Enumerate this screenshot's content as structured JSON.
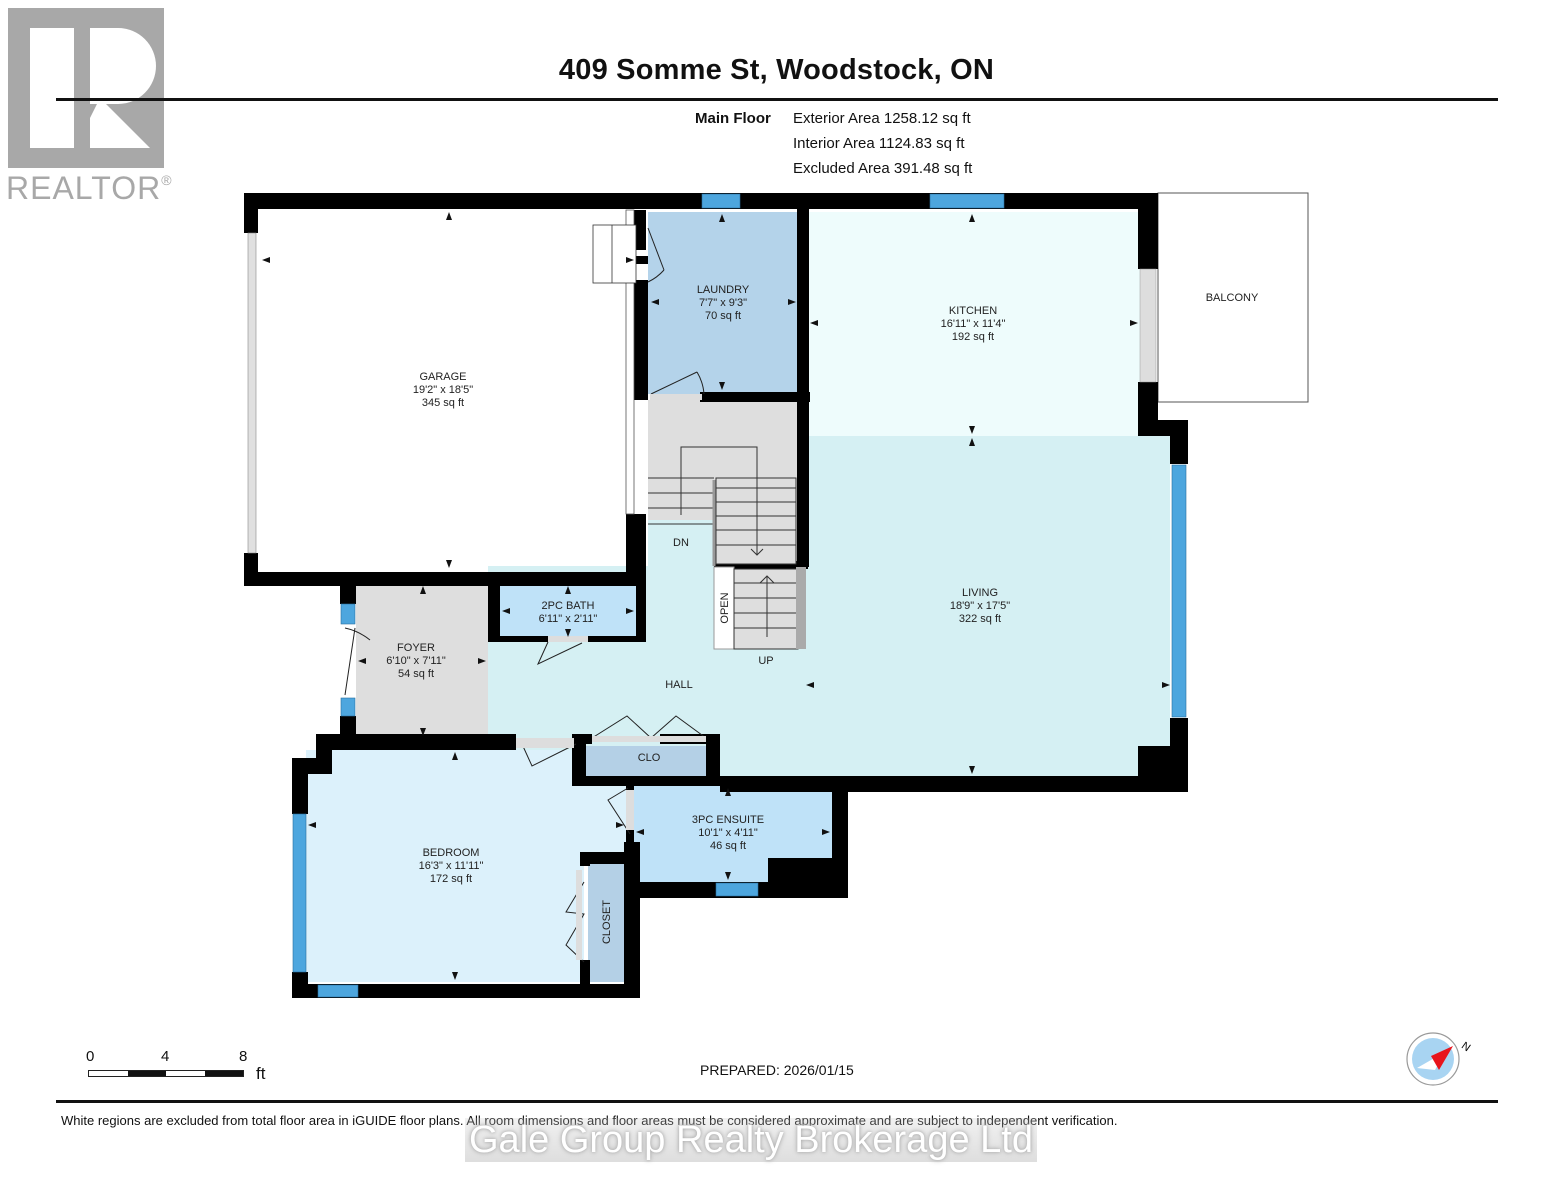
{
  "logo": {
    "text": "REALTOR",
    "mark": "®"
  },
  "header": {
    "title": "409 Somme St, Woodstock, ON",
    "floor_label": "Main Floor",
    "areas": [
      {
        "label": "Exterior Area 1258.12 sq ft"
      },
      {
        "label": "Interior Area 1124.83 sq ft"
      },
      {
        "label": "Excluded Area 391.48 sq ft"
      }
    ]
  },
  "rooms": {
    "garage": {
      "name": "GARAGE",
      "dims": "19'2\" x 18'5\"",
      "area": "345 sq ft"
    },
    "laundry": {
      "name": "LAUNDRY",
      "dims": "7'7\" x 9'3\"",
      "area": "70 sq ft"
    },
    "kitchen": {
      "name": "KITCHEN",
      "dims": "16'11\" x 11'4\"",
      "area": "192 sq ft"
    },
    "balcony": {
      "name": "BALCONY"
    },
    "living": {
      "name": "LIVING",
      "dims": "18'9\" x 17'5\"",
      "area": "322 sq ft"
    },
    "bath2pc": {
      "name": "2PC BATH",
      "dims": "6'11\" x 2'11\""
    },
    "foyer": {
      "name": "FOYER",
      "dims": "6'10\" x 7'11\"",
      "area": "54 sq ft"
    },
    "hall": {
      "name": "HALL"
    },
    "clo": {
      "name": "CLO"
    },
    "ensuite": {
      "name": "3PC ENSUITE",
      "dims": "10'1\" x 4'11\"",
      "area": "46 sq ft"
    },
    "bedroom": {
      "name": "BEDROOM",
      "dims": "16'3\" x 11'11\"",
      "area": "172 sq ft"
    },
    "closet": {
      "name": "CLOSET"
    }
  },
  "stairs": {
    "down": "DN",
    "up": "UP",
    "open": "OPEN"
  },
  "scale": {
    "ticks": [
      "0",
      "4",
      "8"
    ],
    "unit": "ft"
  },
  "prepared": "PREPARED: 2026/01/15",
  "compass": {
    "label": "N"
  },
  "footer": {
    "disclaimer": "White regions are excluded from total floor area in iGUIDE floor plans. All room dimensions and floor areas must be considered approximate and are subject to independent verification.",
    "watermark": "Gale Group Realty Brokerage Ltd"
  },
  "colors": {
    "wall": "#000000",
    "window": "#4da6de",
    "laundry": "#b4d3ea",
    "kitchen": "#eefcfc",
    "living": "#d5f0f3",
    "bath": "#bfe2f8",
    "bedroom": "#dcf1fb",
    "closet": "#b4d0e6",
    "stair": "#dedede"
  }
}
